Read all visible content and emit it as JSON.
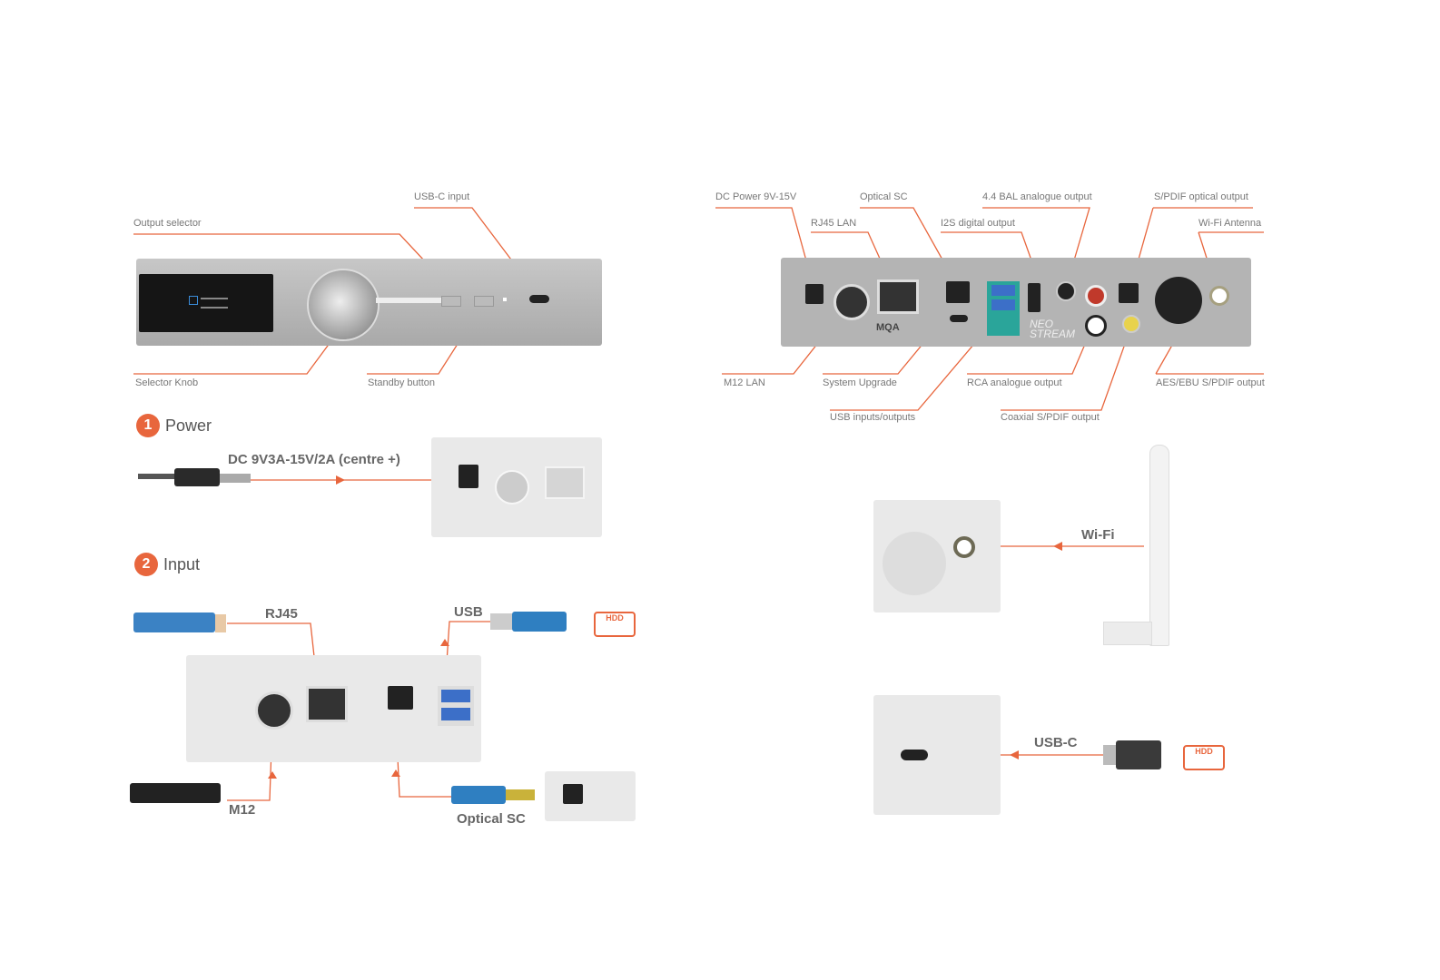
{
  "accent_color": "#e8663d",
  "front_panel": {
    "labels": {
      "usb_c_input": "USB-C input",
      "output_selector": "Output selector",
      "selector_knob": "Selector Knob",
      "standby_button": "Standby button"
    }
  },
  "rear_panel": {
    "labels": {
      "dc_power": "DC Power 9V-15V",
      "rj45_lan": "RJ45 LAN",
      "optical_sc": "Optical SC",
      "i2s_digital_output": "I2S digital output",
      "bal_output": "4.4 BAL analogue output",
      "spdif_optical_output": "S/PDIF optical output",
      "wifi_antenna": "Wi-Fi Antenna",
      "m12_lan": "M12 LAN",
      "system_upgrade": "System Upgrade",
      "usb_io": "USB inputs/outputs",
      "rca_output": "RCA analogue output",
      "coaxial_output": "Coaxial S/PDIF output",
      "aes_ebu_output": "AES/EBU S/PDIF output"
    },
    "brand": "NEO STREAM",
    "mqa": "MQA"
  },
  "sections": {
    "power": {
      "number": "1",
      "title": "Power",
      "cable_label": "DC 9V3A-15V/2A (centre +)"
    },
    "input": {
      "number": "2",
      "title": "Input",
      "rj45": "RJ45",
      "usb": "USB",
      "m12": "M12",
      "optical_sc": "Optical SC",
      "hdd": "HDD"
    },
    "wifi": {
      "label": "Wi-Fi"
    },
    "usbc": {
      "label": "USB-C",
      "hdd": "HDD"
    }
  }
}
